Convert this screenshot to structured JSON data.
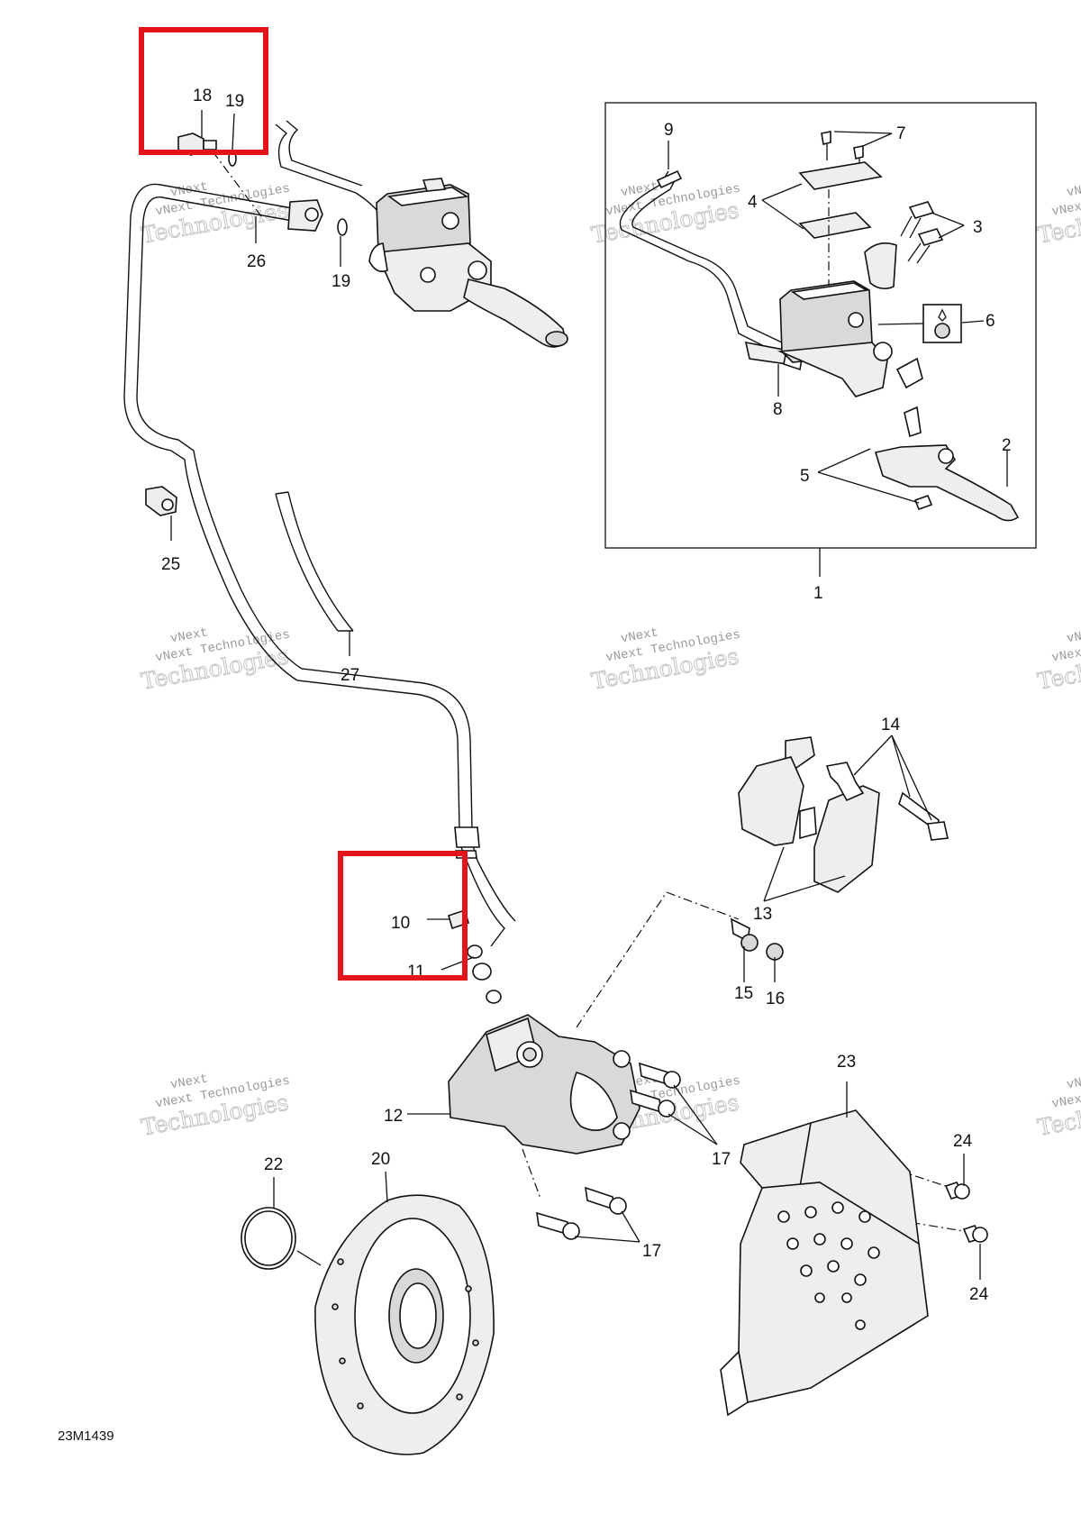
{
  "diagram": {
    "code": "23M1439",
    "watermark": {
      "line1": "vNext Technologies",
      "line2": "Technologies",
      "arc": "vNext"
    },
    "callouts": [
      {
        "id": "c1",
        "text": "1"
      },
      {
        "id": "c2",
        "text": "2"
      },
      {
        "id": "c3",
        "text": "3"
      },
      {
        "id": "c4",
        "text": "4"
      },
      {
        "id": "c5",
        "text": "5"
      },
      {
        "id": "c6",
        "text": "6"
      },
      {
        "id": "c7",
        "text": "7"
      },
      {
        "id": "c8",
        "text": "8"
      },
      {
        "id": "c9",
        "text": "9"
      },
      {
        "id": "c10",
        "text": "10"
      },
      {
        "id": "c11",
        "text": "11"
      },
      {
        "id": "c12",
        "text": "12"
      },
      {
        "id": "c13",
        "text": "13"
      },
      {
        "id": "c14",
        "text": "14"
      },
      {
        "id": "c15",
        "text": "15"
      },
      {
        "id": "c16",
        "text": "16"
      },
      {
        "id": "c17a",
        "text": "17"
      },
      {
        "id": "c17b",
        "text": "17"
      },
      {
        "id": "c18",
        "text": "18"
      },
      {
        "id": "c19a",
        "text": "19"
      },
      {
        "id": "c19b",
        "text": "19"
      },
      {
        "id": "c20",
        "text": "20"
      },
      {
        "id": "c22",
        "text": "22"
      },
      {
        "id": "c23",
        "text": "23"
      },
      {
        "id": "c24a",
        "text": "24"
      },
      {
        "id": "c24b",
        "text": "24"
      },
      {
        "id": "c25",
        "text": "25"
      },
      {
        "id": "c26",
        "text": "26"
      },
      {
        "id": "c27",
        "text": "27"
      }
    ],
    "highlight_color": "#e3151a"
  }
}
